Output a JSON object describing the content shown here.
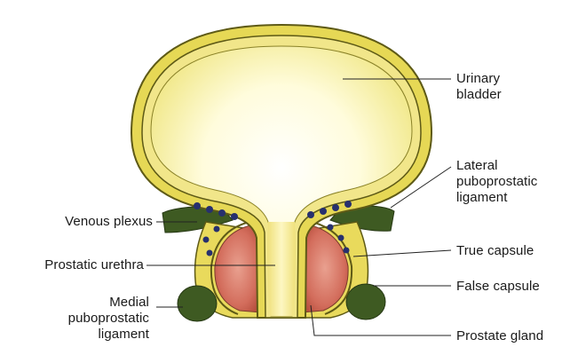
{
  "figure": {
    "labels": {
      "urinary_bladder": "Urinary\nbladder",
      "lateral_ligament": "Lateral\npuboprostatic\nligament",
      "venous_plexus": "Venous plexus",
      "prostatic_urethra": "Prostatic urethra",
      "true_capsule": "True capsule",
      "false_capsule": "False capsule",
      "medial_ligament": "Medial\npuboprostatic\nligament",
      "prostate_gland": "Prostate gland"
    }
  },
  "colors": {
    "outline": "#5e5a16",
    "bladder_wall": "#e6d855",
    "bladder_inner": "#f4ee9e",
    "bladder_lumen": "#fffde8",
    "gland": "#d8786a",
    "ligament": "#3e5a22",
    "venous_dot": "#27306e"
  }
}
